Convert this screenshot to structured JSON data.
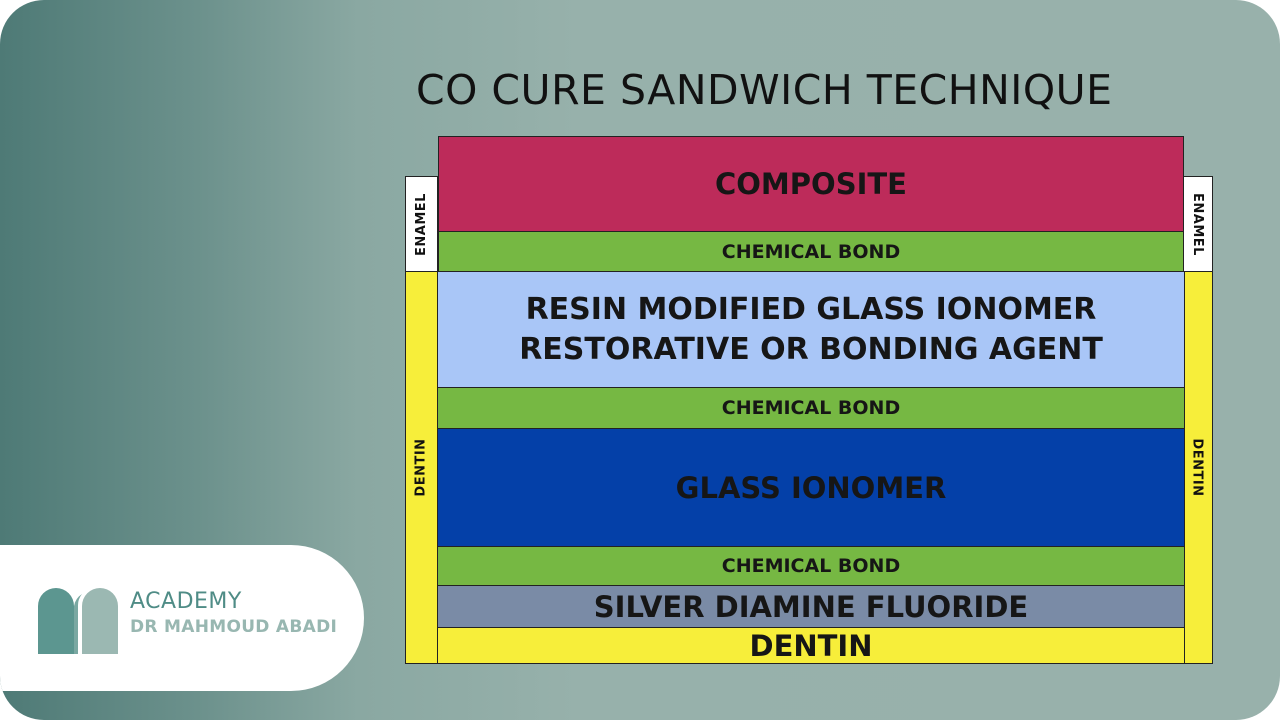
{
  "slide": {
    "title": "CO CURE SANDWICH TECHNIQUE"
  },
  "side_labels": {
    "enamel_left": "ENAMEL",
    "enamel_right": "ENAMEL",
    "dentin_left": "DENTIN",
    "dentin_right": "DENTIN"
  },
  "layers": [
    {
      "label": "COMPOSITE",
      "color": "#bd2b5a"
    },
    {
      "label": "CHEMICAL BOND",
      "color": "#76b843"
    },
    {
      "label_line1": "RESIN MODIFIED GLASS IONOMER",
      "label_line2": "RESTORATIVE OR BONDING AGENT",
      "color": "#a9c6f7"
    },
    {
      "label": "CHEMICAL BOND",
      "color": "#76b843"
    },
    {
      "label": "GLASS IONOMER",
      "color": "#0440a8"
    },
    {
      "label": "CHEMICAL BOND",
      "color": "#76b843"
    },
    {
      "label": "SILVER DIAMINE FLUORIDE",
      "color": "#7a8ba6"
    },
    {
      "label": "DENTIN",
      "color": "#f7ee3a"
    }
  ],
  "colors": {
    "enamel": "#ffffff",
    "dentin": "#f7ee3a",
    "brand_primary": "#4f8c86",
    "brand_secondary": "#98b7b1"
  },
  "brand": {
    "line1": "ACADEMY",
    "line2": "DR MAHMOUD ABADI"
  }
}
